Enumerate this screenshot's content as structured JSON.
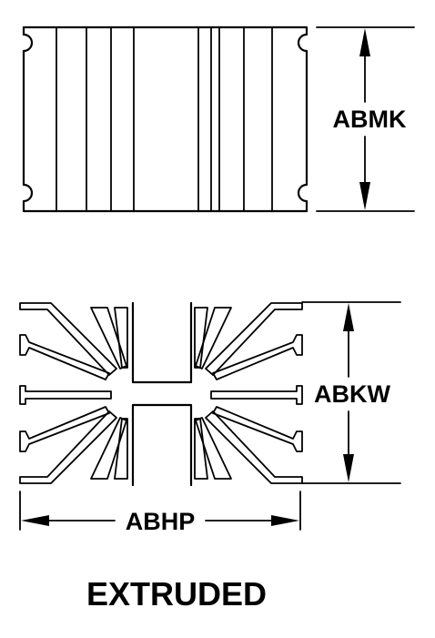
{
  "drawing": {
    "top_view_dimension_label": "ABMK",
    "end_view_height_label": "ABKW",
    "end_view_width_label": "ABHP",
    "caption": "EXTRUDED"
  },
  "colors": {
    "line": "#000000",
    "background": "#ffffff"
  }
}
